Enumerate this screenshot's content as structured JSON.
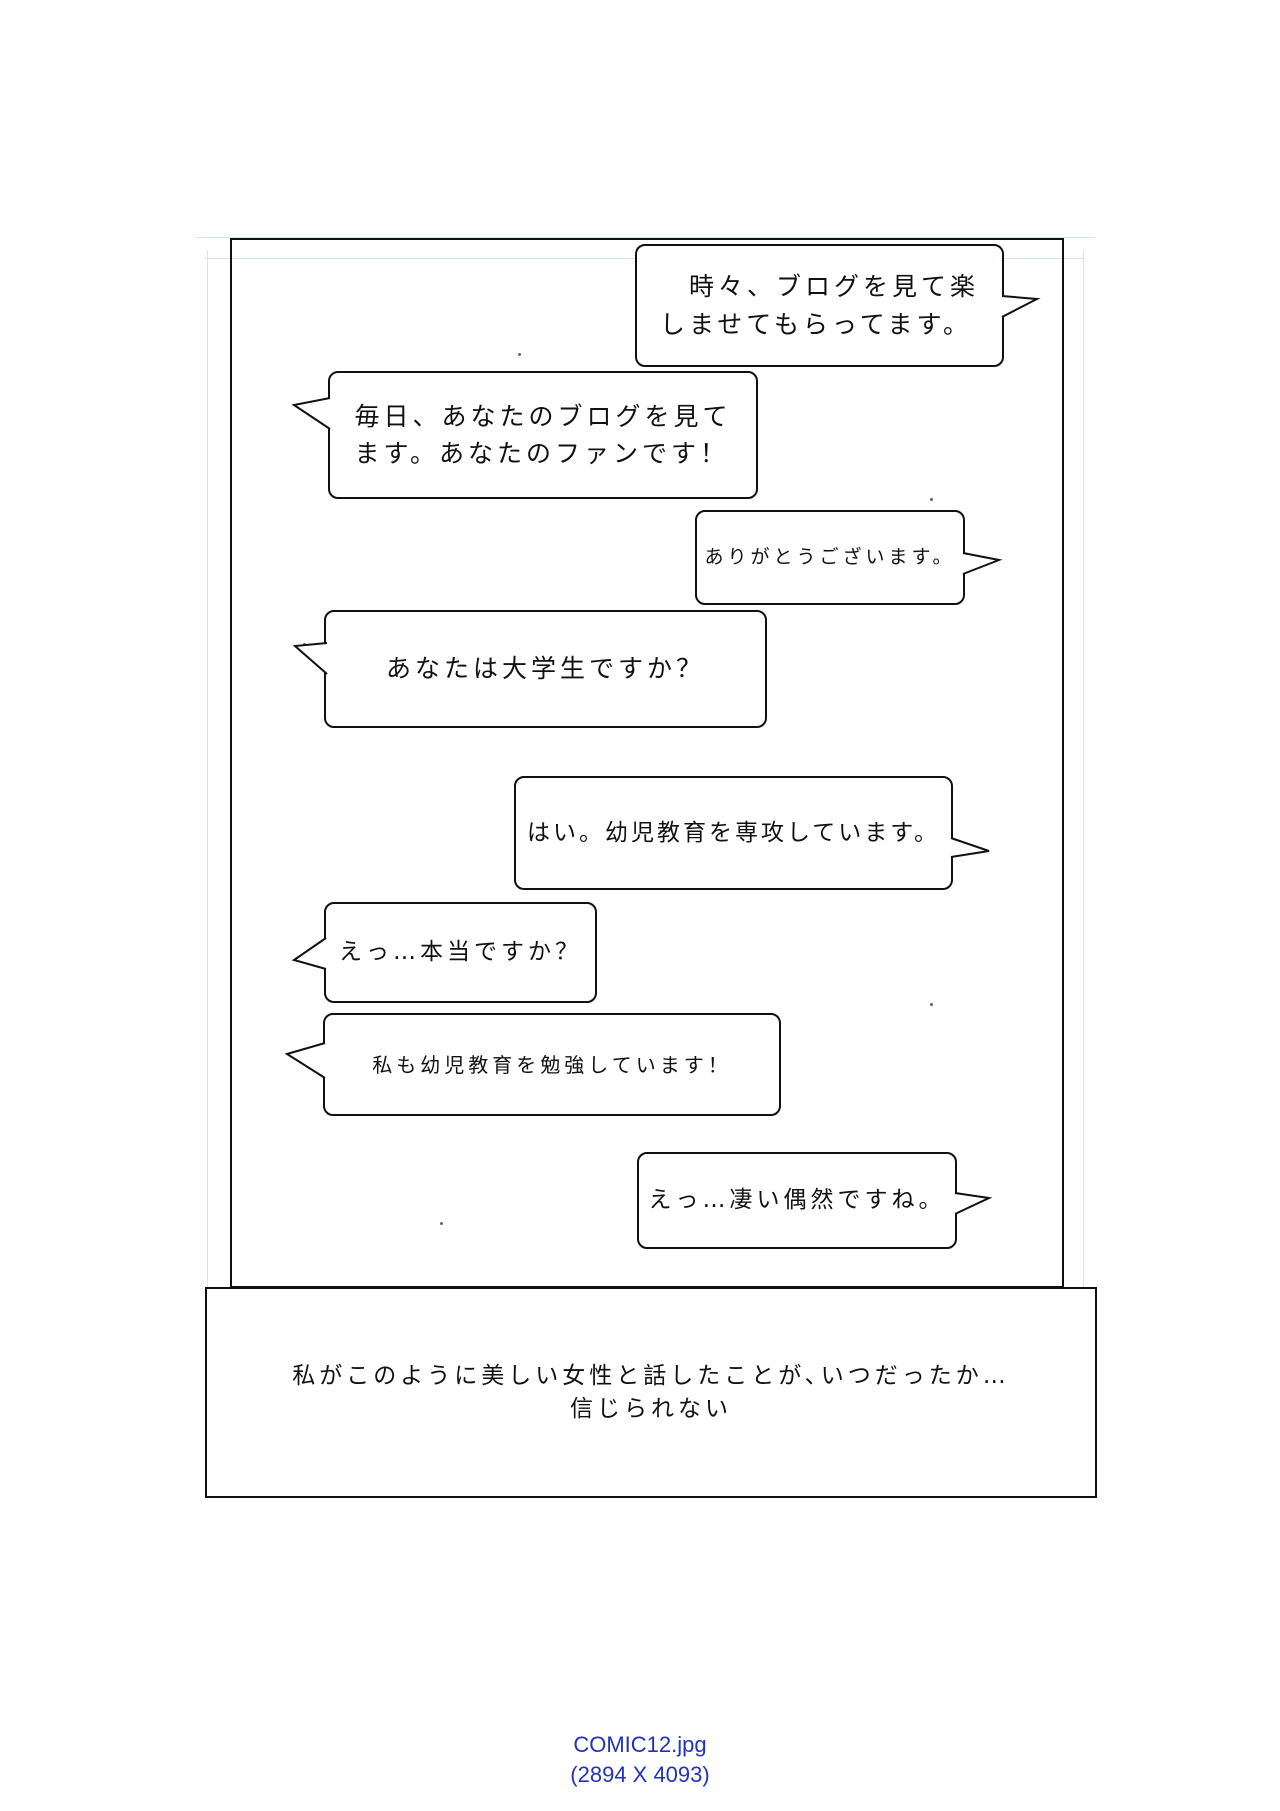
{
  "bubbles": [
    {
      "side": "right",
      "text": "　時々、ブログを見て楽\nしませてもらってます。"
    },
    {
      "side": "left",
      "text": "毎日、あなたのブログを見て\nます。あなたのファンです！"
    },
    {
      "side": "right",
      "text": "ありがとうございます。"
    },
    {
      "side": "left",
      "text": "あなたは大学生ですか？"
    },
    {
      "side": "right",
      "text": "はい。幼児教育を専攻しています。"
    },
    {
      "side": "left",
      "text": "えっ…本当ですか？"
    },
    {
      "side": "left",
      "text": "私も幼児教育を勉強しています！"
    },
    {
      "side": "right",
      "text": "えっ…凄い偶然ですね。"
    }
  ],
  "caption": "私がこのように美しい女性と話したことが､いつだったか…\n信じられない",
  "file": {
    "name": "COMIC12.jpg",
    "dimensions": "(2894 X 4093)"
  },
  "colors": {
    "ink": "#111111",
    "guide": "#cfe9ec",
    "label": "#2233bb"
  }
}
